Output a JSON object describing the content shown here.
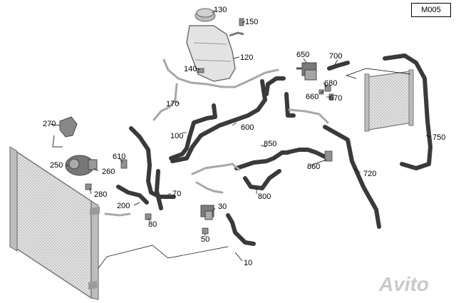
{
  "diagram_code": "M005",
  "watermark": "Avito",
  "colors": {
    "hose": "#3a3a3a",
    "part": "#8a8a8a",
    "light": "#d4d4d4",
    "line": "#000000"
  },
  "labels": [
    "130",
    "150",
    "120",
    "140",
    "650",
    "700",
    "680",
    "660",
    "670",
    "170",
    "100",
    "600",
    "270",
    "610",
    "250",
    "260",
    "280",
    "850",
    "860",
    "720",
    "750",
    "800",
    "200",
    "70",
    "80",
    "30",
    "50",
    "10"
  ]
}
